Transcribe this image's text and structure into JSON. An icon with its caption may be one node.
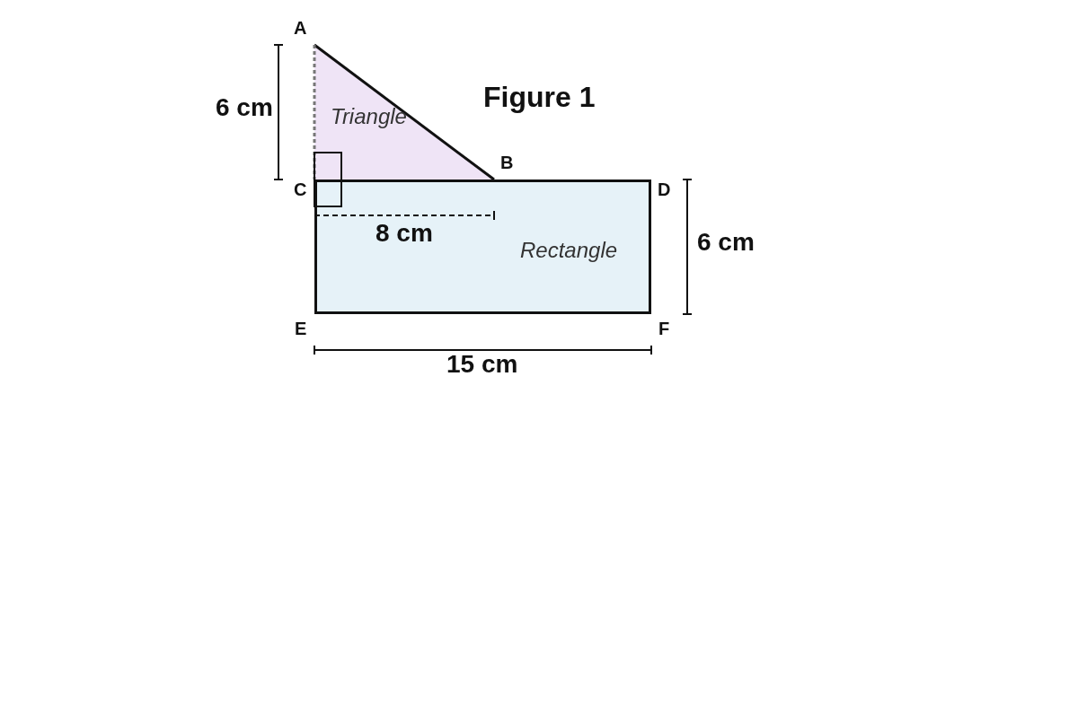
{
  "diagram": {
    "title": "Figure 1",
    "nodes": [
      {
        "text": [
          "Triangle"
        ]
      },
      {
        "text": [
          "Rectangle"
        ]
      }
    ],
    "labels": [
      "A",
      "6 cm",
      "B",
      "C",
      "D",
      "8 cm",
      "6 cm",
      "E",
      "F",
      "15 cm"
    ]
  }
}
